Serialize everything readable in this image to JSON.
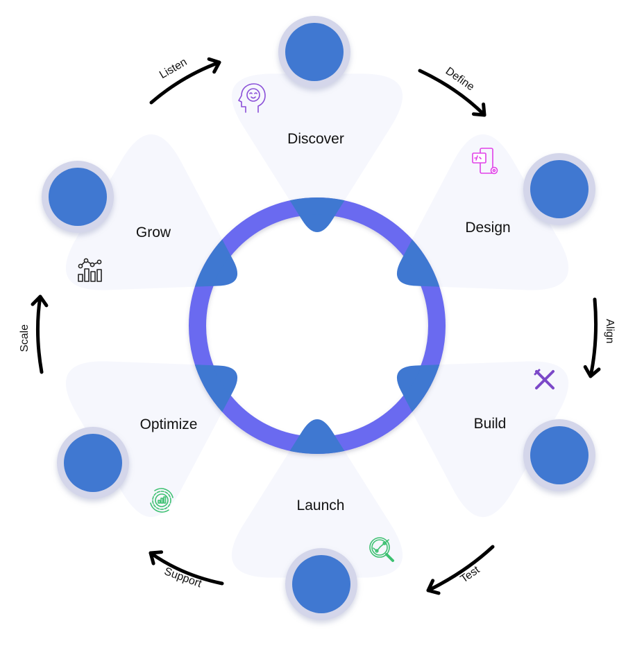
{
  "diagram": {
    "type": "cycle",
    "colors": {
      "ring": "#6A6AF0",
      "blob": "#3F78D1",
      "petal": "#F6F7FD",
      "node_border": "#D4D6EA",
      "node_fill": "#3F78D1",
      "arrow": "#000000",
      "text": "#111111"
    },
    "stages": [
      {
        "id": "discover",
        "label": "Discover",
        "icon": "head-smile-icon",
        "icon_color": "#8A4FD8"
      },
      {
        "id": "design",
        "label": "Design",
        "icon": "code-device-gear-icon",
        "icon_color": "#E040E8"
      },
      {
        "id": "build",
        "label": "Build",
        "icon": "wrench-screwdriver-icon",
        "icon_color": "#7B48C8"
      },
      {
        "id": "launch",
        "label": "Launch",
        "icon": "magnifier-chart-icon",
        "icon_color": "#3CC070"
      },
      {
        "id": "optimize",
        "label": "Optimize",
        "icon": "gear-chart-cycle-icon",
        "icon_color": "#3CC070"
      },
      {
        "id": "grow",
        "label": "Grow",
        "icon": "line-bar-chart-icon",
        "icon_color": "#222222"
      }
    ],
    "transitions": [
      {
        "from": "grow",
        "to": "discover",
        "label": "Listen"
      },
      {
        "from": "discover",
        "to": "design",
        "label": "Define"
      },
      {
        "from": "design",
        "to": "build",
        "label": "Align"
      },
      {
        "from": "build",
        "to": "launch",
        "label": "Test"
      },
      {
        "from": "launch",
        "to": "optimize",
        "label": "Support"
      },
      {
        "from": "optimize",
        "to": "grow",
        "label": "Scale"
      }
    ]
  }
}
